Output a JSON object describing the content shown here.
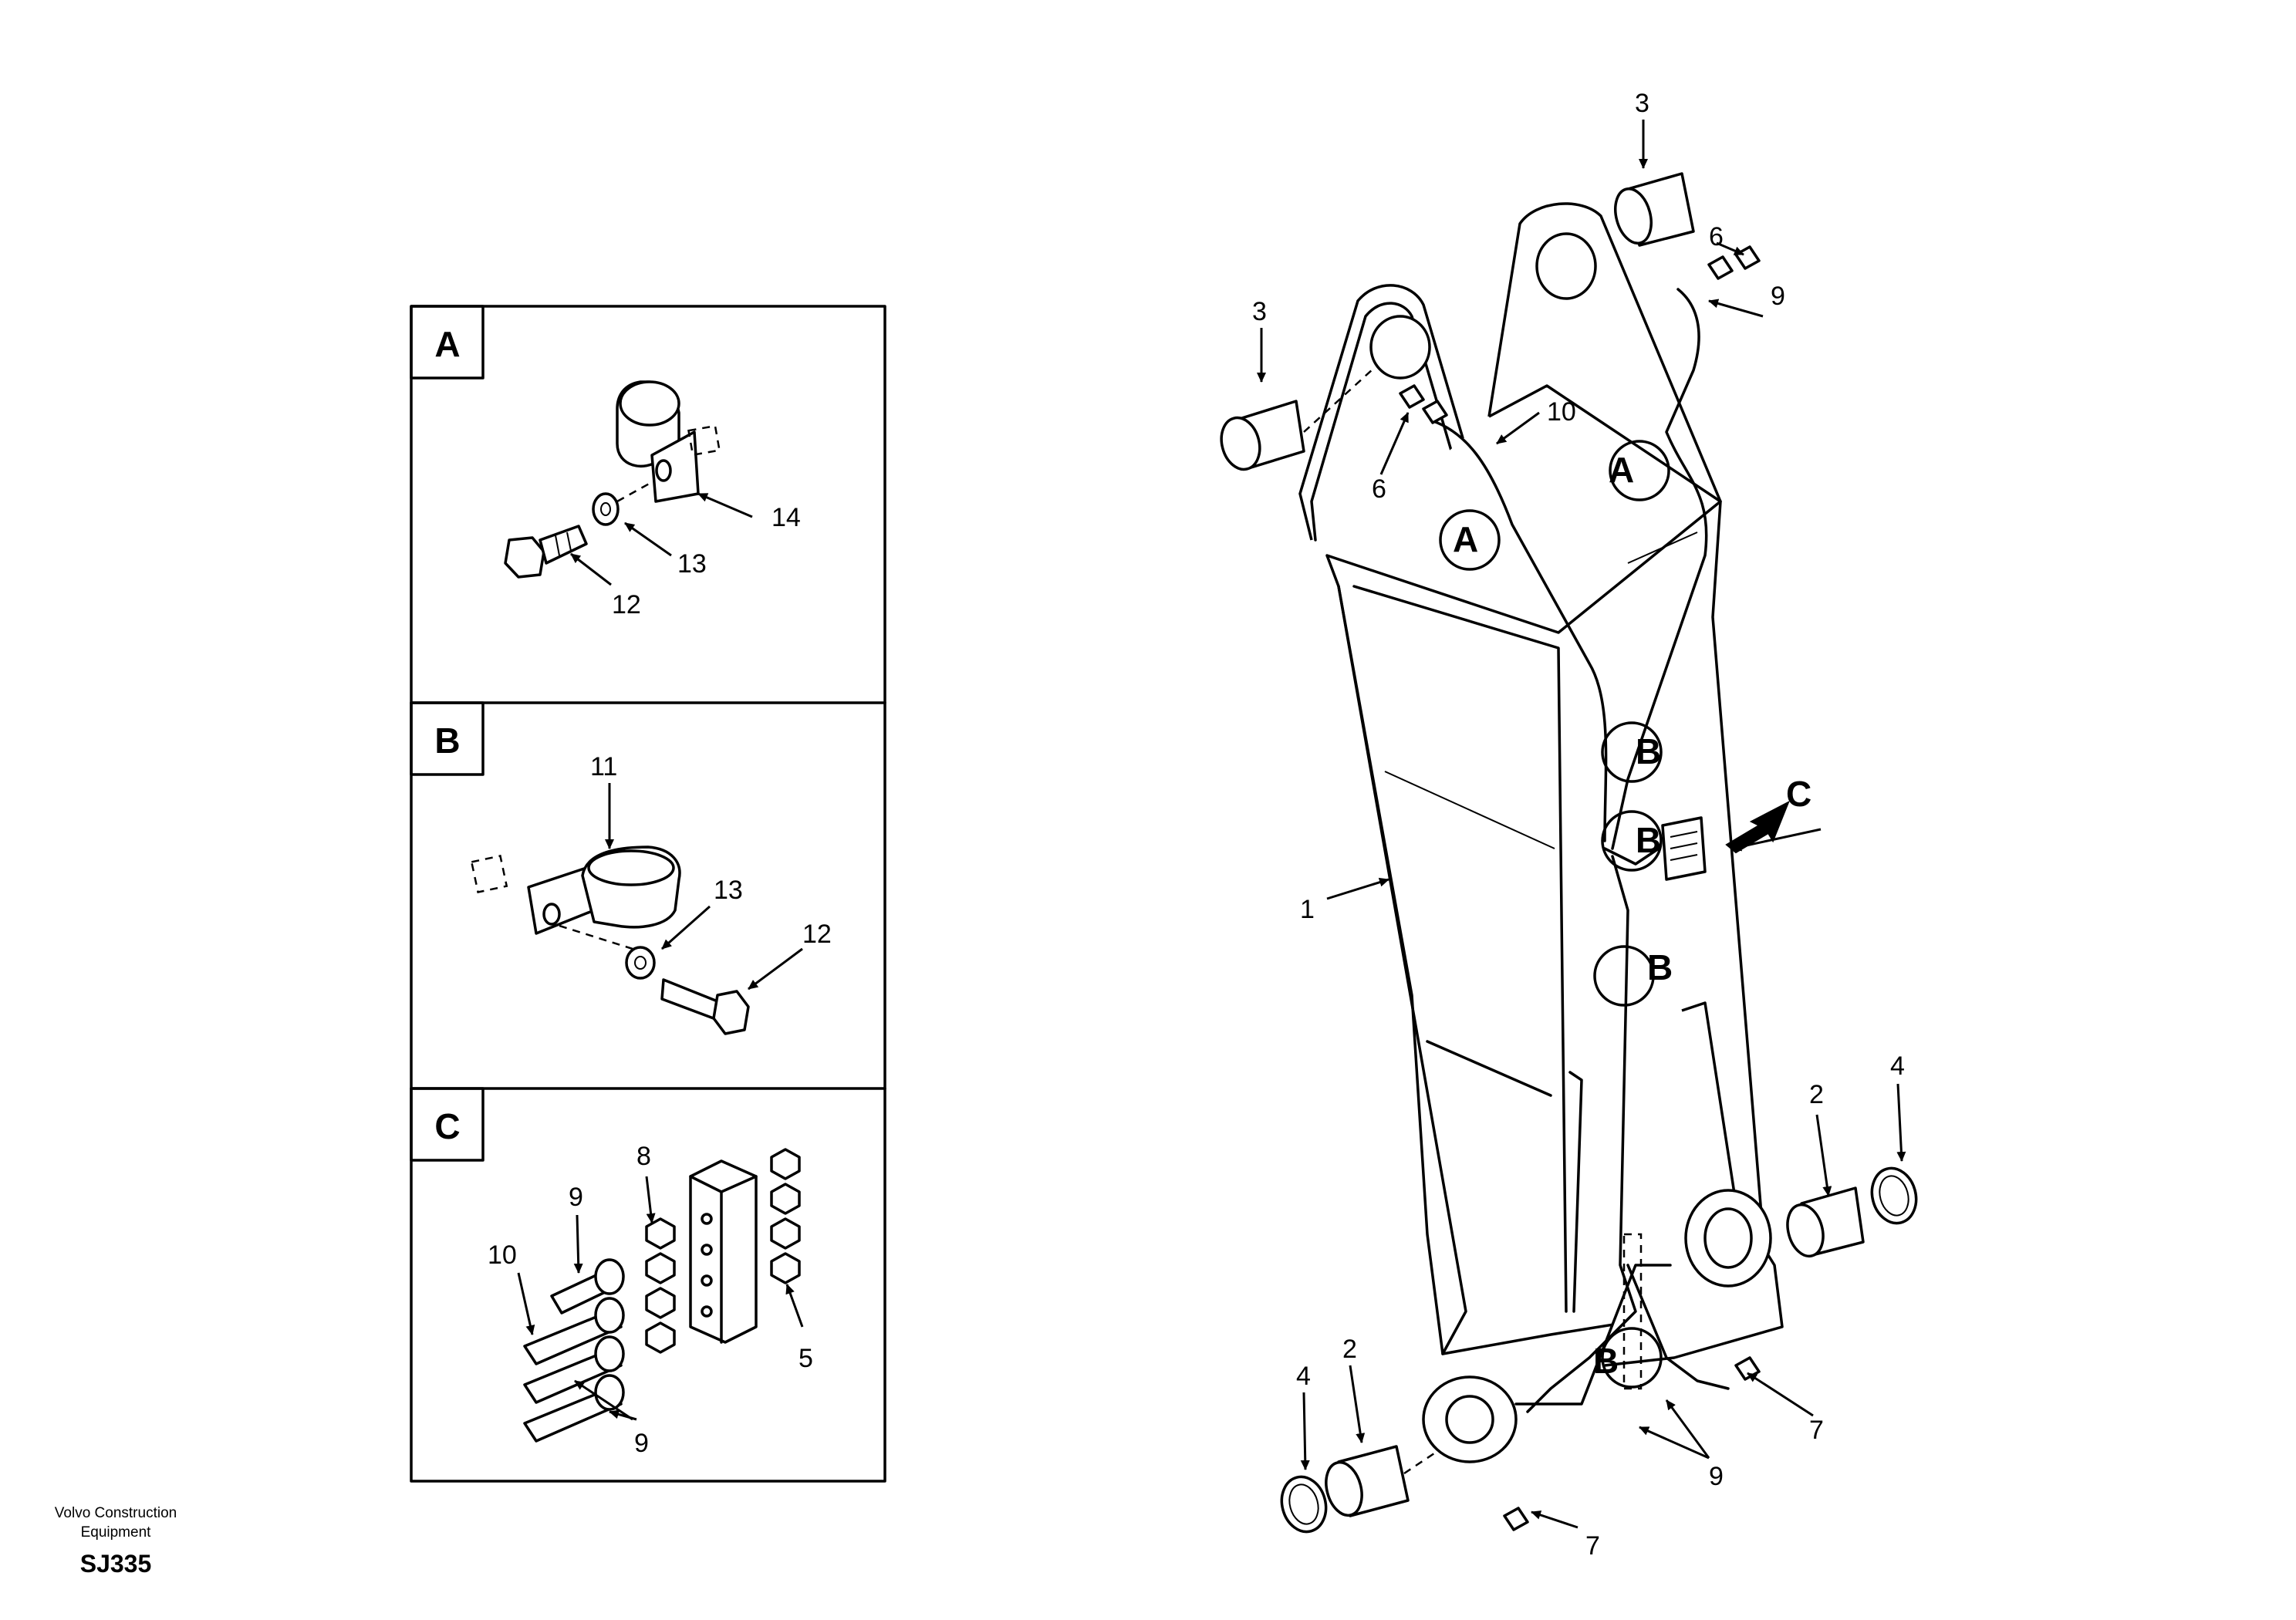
{
  "footer": {
    "company_line1": "Volvo Construction",
    "company_line2": "Equipment",
    "code": "SJ335"
  },
  "detail_panels": [
    {
      "letter": "A",
      "callouts": [
        "14",
        "13",
        "12"
      ]
    },
    {
      "letter": "B",
      "callouts": [
        "11",
        "13",
        "12"
      ]
    },
    {
      "letter": "C",
      "callouts": [
        "8",
        "9",
        "10",
        "5",
        "9"
      ]
    }
  ],
  "main_callouts": {
    "c1": "1",
    "c2a": "2",
    "c2b": "2",
    "c3a": "3",
    "c3b": "3",
    "c4a": "4",
    "c4b": "4",
    "c6a": "6",
    "c6b": "6",
    "c7a": "7",
    "c7b": "7",
    "c9a": "9",
    "c9b": "9",
    "c10": "10"
  },
  "zone_markers": {
    "a1": "A",
    "a2": "A",
    "b1": "B",
    "b2": "B",
    "b3": "B",
    "b4": "B",
    "c": "C"
  }
}
